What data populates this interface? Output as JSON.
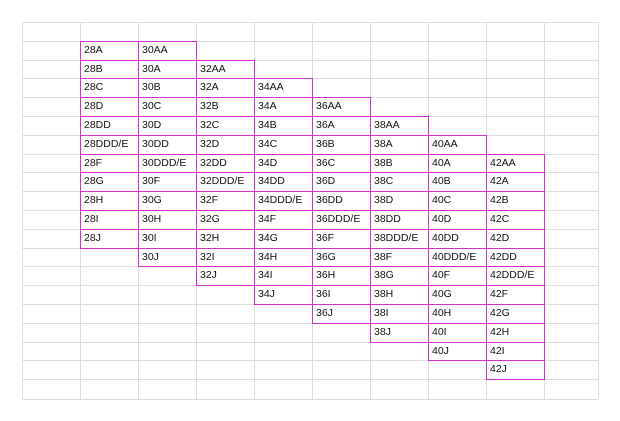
{
  "sheet": {
    "accent_color": "#d22fd0",
    "columns": [
      [
        "28A",
        "28B",
        "28C",
        "28D",
        "28DD",
        "28DDD/E",
        "28F",
        "28G",
        "28H",
        "28I",
        "28J"
      ],
      [
        "30AA",
        "30A",
        "30B",
        "30C",
        "30D",
        "30DD",
        "30DDD/E",
        "30F",
        "30G",
        "30H",
        "30I",
        "30J"
      ],
      [
        "32AA",
        "32A",
        "32B",
        "32C",
        "32D",
        "32DD",
        "32DDD/E",
        "32F",
        "32G",
        "32H",
        "32I",
        "32J"
      ],
      [
        "34AA",
        "34A",
        "34B",
        "34C",
        "34D",
        "34DD",
        "34DDD/E",
        "34F",
        "34G",
        "34H",
        "34I",
        "34J"
      ],
      [
        "36AA",
        "36A",
        "36B",
        "36C",
        "36D",
        "36DD",
        "36DDD/E",
        "36F",
        "36G",
        "36H",
        "36I",
        "36J"
      ],
      [
        "38AA",
        "38A",
        "38B",
        "38C",
        "38D",
        "38DD",
        "38DDD/E",
        "38F",
        "38G",
        "38H",
        "38I",
        "38J"
      ],
      [
        "40AA",
        "40A",
        "40B",
        "40C",
        "40D",
        "40DD",
        "40DDD/E",
        "40F",
        "40G",
        "40H",
        "40I",
        "40J"
      ],
      [
        "42AA",
        "42A",
        "42B",
        "42C",
        "42D",
        "42DD",
        "42DDD/E",
        "42F",
        "42G",
        "42H",
        "42I",
        "42J"
      ]
    ]
  }
}
